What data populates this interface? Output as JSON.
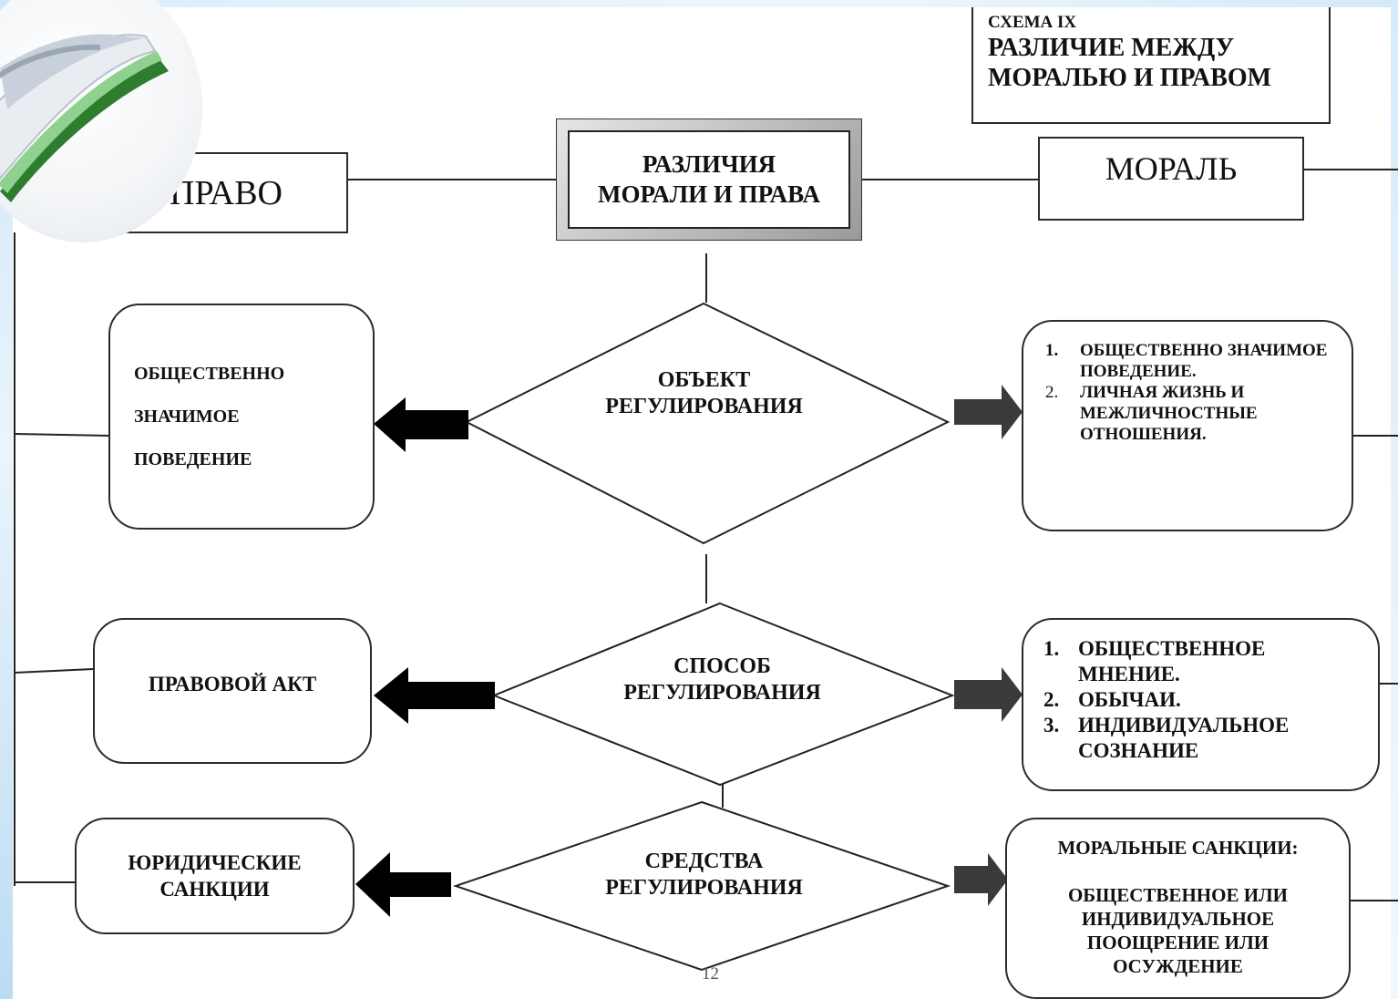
{
  "scheme": {
    "label": "СХЕМА IX",
    "title_line1": "РАЗЛИЧИЕ МЕЖДУ",
    "title_line2": "МОРАЛЬЮ И ПРАВОМ"
  },
  "center": {
    "line1": "РАЗЛИЧИЯ",
    "line2": "МОРАЛИ И ПРАВА"
  },
  "law_header": "ПРАВО",
  "morality_header": "МОРАЛЬ",
  "rows": [
    {
      "criterion_line1": "ОБЪЕКТ",
      "criterion_line2": "РЕГУЛИРОВАНИЯ",
      "law_lines": [
        "ОБЩЕСТВЕННО",
        "ЗНАЧИМОЕ",
        "ПОВЕДЕНИЕ"
      ],
      "morality_items": [
        {
          "num": "1.",
          "text": "ОБЩЕСТВЕННО ЗНАЧИМОЕ ПОВЕДЕНИЕ."
        },
        {
          "num": "2.",
          "text": "ЛИЧНАЯ ЖИЗНЬ И МЕЖЛИЧНОСТНЫЕ ОТНОШЕНИЯ."
        }
      ]
    },
    {
      "criterion_line1": "СПОСОБ",
      "criterion_line2": "РЕГУЛИРОВАНИЯ",
      "law_text": "ПРАВОВОЙ АКТ",
      "morality_items": [
        {
          "num": "1.",
          "text": "ОБЩЕСТВЕННОЕ МНЕНИЕ."
        },
        {
          "num": "2.",
          "text": "ОБЫЧАИ."
        },
        {
          "num": "3.",
          "text": "ИНДИВИДУАЛЬНОЕ СОЗНАНИЕ"
        }
      ]
    },
    {
      "criterion_line1": "СРЕДСТВА",
      "criterion_line2": "РЕГУЛИРОВАНИЯ",
      "law_line1": "ЮРИДИЧЕСКИЕ",
      "law_line2": "САНКЦИИ",
      "morality_heading": "МОРАЛЬНЫЕ САНКЦИИ:",
      "morality_body": "ОБЩЕСТВЕННОЕ ИЛИ ИНДИВИДУАЛЬНОЕ ПООЩРЕНИЕ ИЛИ ОСУЖДЕНИЕ"
    }
  ],
  "page_number": "12"
}
